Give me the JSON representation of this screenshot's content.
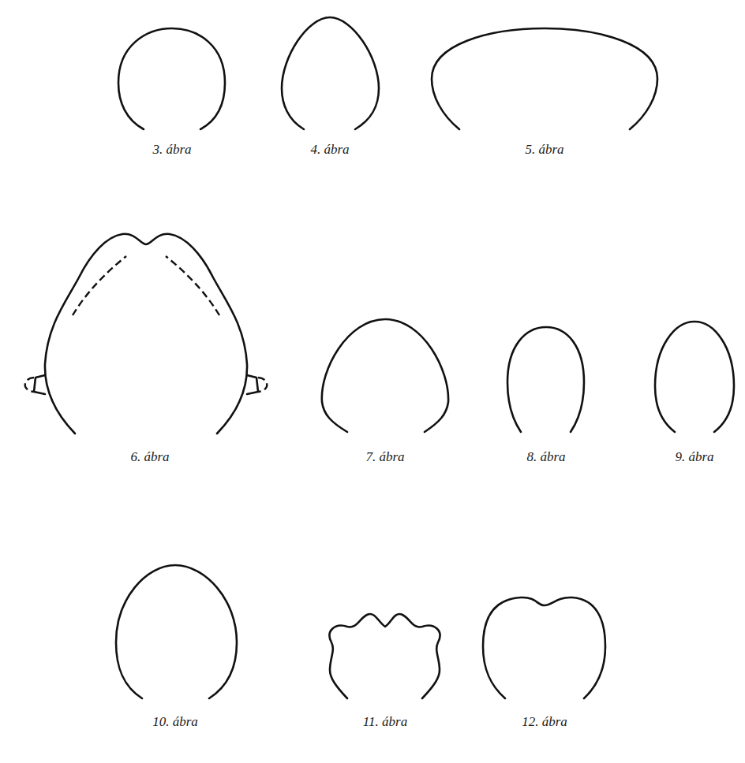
{
  "diagram": {
    "labels": [
      "3. ábra",
      "4. ábra",
      "5. ábra",
      "6. ábra",
      "7. ábra",
      "8. ábra",
      "9. ábra",
      "10. ábra",
      "11. ábra",
      "12. ábra"
    ]
  }
}
